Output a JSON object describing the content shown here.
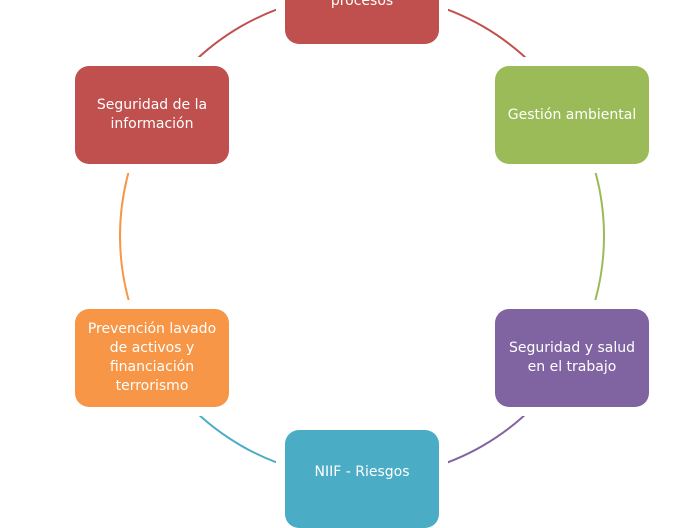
{
  "nodes": [
    {
      "label": "procesos",
      "color": "#C0504D"
    },
    {
      "label": "Gestión ambiental",
      "color": "#9BBB59"
    },
    {
      "label": "Seguridad y salud en el trabajo",
      "color": "#8064A2"
    },
    {
      "label": "NIIF - Riesgos",
      "color": "#4BACC6"
    },
    {
      "label": "Prevención lavado de activos y financiación terrorismo",
      "color": "#F79646"
    },
    {
      "label": "Seguridad de la información",
      "color": "#C0504D"
    }
  ]
}
